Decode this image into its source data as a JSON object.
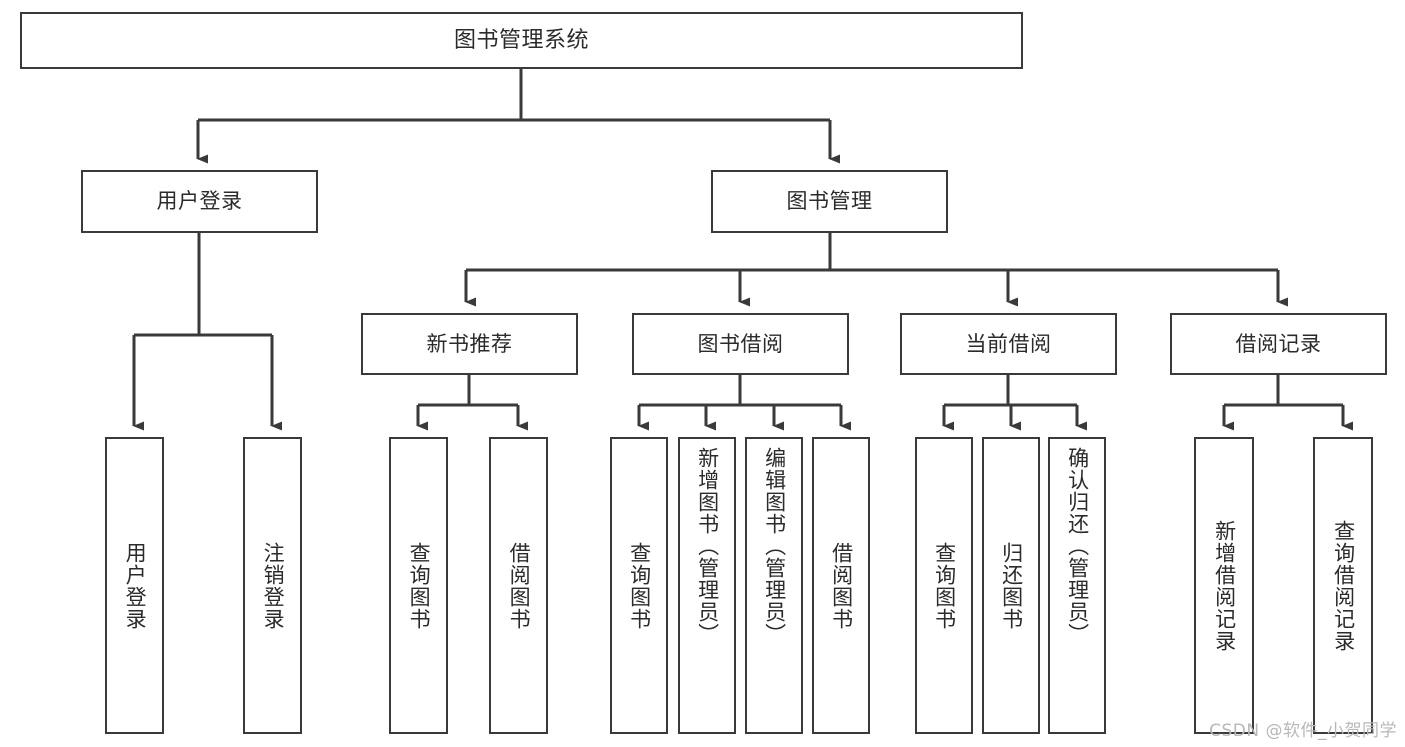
{
  "diagram": {
    "title": "图书管理系统",
    "watermark": "CSDN @软件_小贺同学",
    "stroke_color": "#3a3a3a",
    "background_color": "#ffffff",
    "root": {
      "label": "图书管理系统"
    },
    "level1": [
      {
        "label": "用户登录"
      },
      {
        "label": "图书管理"
      }
    ],
    "level2": [
      {
        "label": "新书推荐"
      },
      {
        "label": "图书借阅"
      },
      {
        "label": "当前借阅"
      },
      {
        "label": "借阅记录"
      }
    ],
    "leaves": {
      "user_login": [
        {
          "label": "用户登录"
        },
        {
          "label": "注销登录"
        }
      ],
      "new_book_recommend": [
        {
          "label": "查询图书"
        },
        {
          "label": "借阅图书"
        }
      ],
      "book_borrow": [
        {
          "label": "查询图书"
        },
        {
          "label": "新增图书（管理员）"
        },
        {
          "label": "编辑图书（管理员）"
        },
        {
          "label": "借阅图书"
        }
      ],
      "current_borrow": [
        {
          "label": "查询图书"
        },
        {
          "label": "归还图书"
        },
        {
          "label": "确认归还（管理员）"
        }
      ],
      "borrow_record": [
        {
          "label": "新增借阅记录"
        },
        {
          "label": "查询借阅记录"
        }
      ]
    }
  }
}
